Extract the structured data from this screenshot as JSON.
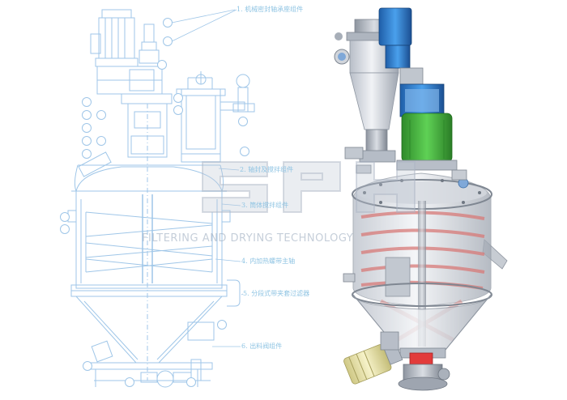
{
  "callouts": [
    {
      "num": "1.",
      "label": "机械密封轴承座组件"
    },
    {
      "num": "2.",
      "label": "轴封及搅拌组件"
    },
    {
      "num": "3.",
      "label": "筒体搅拌组件"
    },
    {
      "num": "4.",
      "label": "内加热螺带主轴"
    },
    {
      "num": "5.",
      "label": "分段式带夹套过滤器"
    },
    {
      "num": "6.",
      "label": "出料阀组件"
    }
  ],
  "watermark": {
    "logo_letters": "SPH",
    "tagline": "FILTERING AND DRYING TECHNOLOGY",
    "color": "#9aa8ba"
  },
  "colors": {
    "drawing_line": "#9fc6e8",
    "callout_text": "#8fc4e3",
    "vessel_steel": "#c9ced6",
    "motor_blue": "#2f7fd0",
    "gearbox_green": "#43b33c",
    "coil_red": "#d87a78",
    "valve_red": "#e23b3b",
    "drive_yellow": "#e8e2a4"
  },
  "icons": [
    "vessel-line-drawing-icon",
    "vessel-3d-render-icon",
    "motor-icon",
    "gearbox-icon",
    "valve-icon",
    "sight-glass-icon"
  ]
}
